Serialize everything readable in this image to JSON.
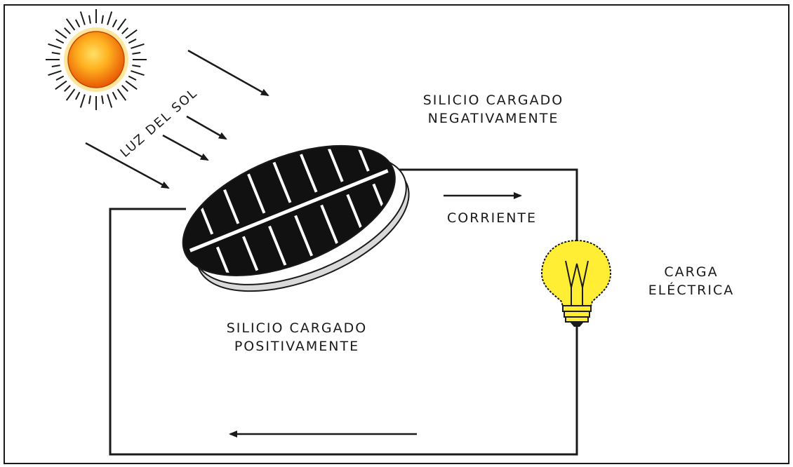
{
  "labels": {
    "sunlight": "LUZ DEL SOL",
    "negative_line1": "SILICIO CARGADO",
    "negative_line2": "NEGATIVAMENTE",
    "current": "CORRIENTE",
    "load_line1": "CARGA",
    "load_line2": "ELÉCTRICA",
    "positive_line1": "SILICIO CARGADO",
    "positive_line2": "POSITIVAMENTE"
  },
  "colors": {
    "wire": "#1a1a1a",
    "sun_core": "#f07a10",
    "sun_glow": "#ffd24a",
    "bulb": "#ffee33",
    "panel": "#111111",
    "panel_base": "#d9d9d9"
  },
  "icons": {
    "sun": "sun-icon",
    "bulb": "light-bulb-icon",
    "panel": "solar-panel-icon"
  }
}
